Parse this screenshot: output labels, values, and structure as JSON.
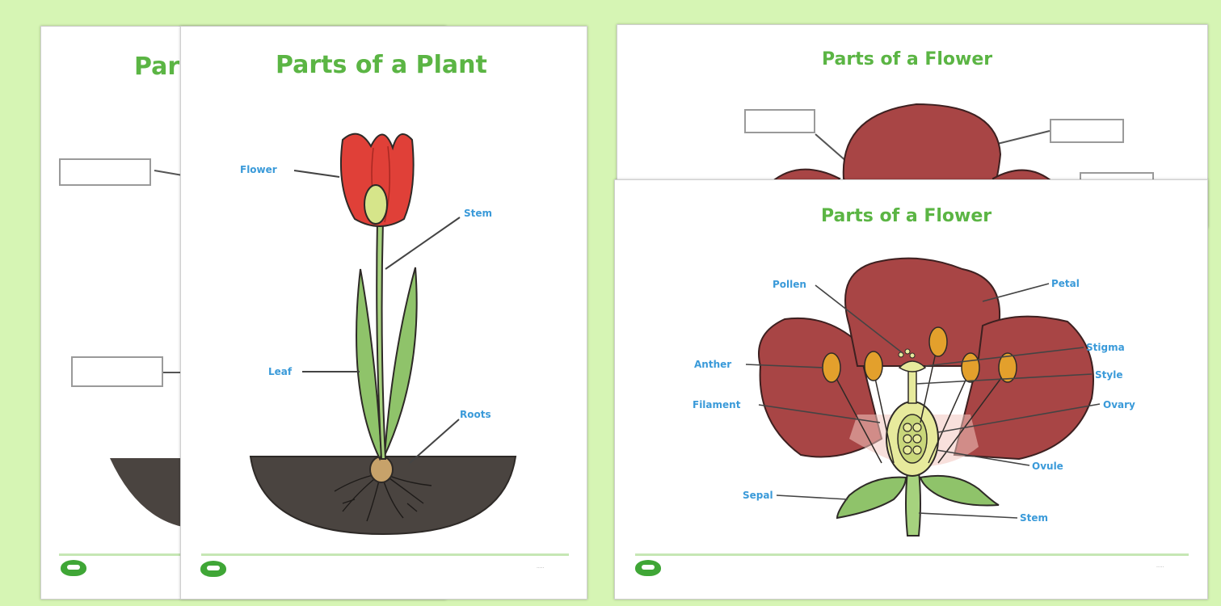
{
  "sheets": {
    "plant_back": {
      "title_partial": "Par"
    },
    "plant": {
      "title": "Parts of a Plant",
      "labels": {
        "flower": "Flower",
        "stem": "Stem",
        "leaf": "Leaf",
        "roots": "Roots"
      }
    },
    "flower_back": {
      "title": "Parts of a Flower"
    },
    "flower": {
      "title": "Parts of a Flower",
      "labels": {
        "pollen": "Pollen",
        "petal": "Petal",
        "anther": "Anther",
        "filament": "Filament",
        "stigma": "Stigma",
        "style": "Style",
        "ovary": "Ovary",
        "ovule": "Ovule",
        "sepal": "Sepal",
        "stem": "Stem"
      }
    }
  },
  "colors": {
    "background": "#d6f5b4",
    "title_green": "#5bb544",
    "label_blue": "#3a9ad9",
    "petal_red": "#a84545",
    "tulip_red": "#e04038",
    "leaf_green": "#8fc36a",
    "soil": "#4a4440"
  },
  "icons": [
    "twinkl-logo-icon"
  ]
}
